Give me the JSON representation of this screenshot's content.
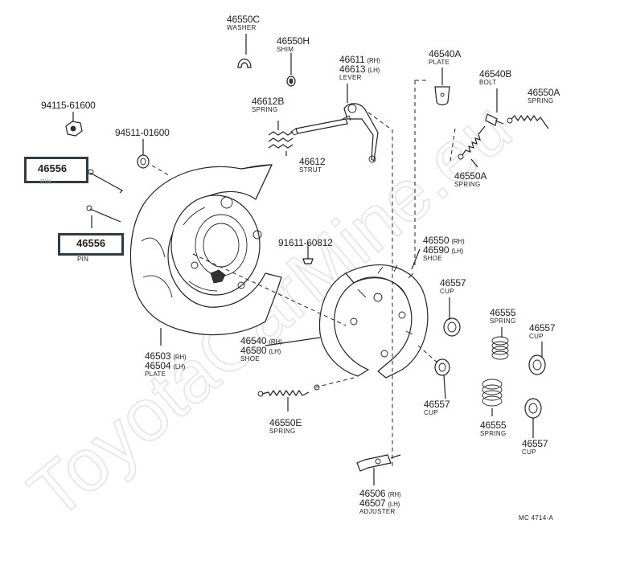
{
  "watermark": "ToyotaCarMine.eu",
  "figure_code": "MC 4714-A",
  "parts": {
    "p46550C": {
      "number": "46550C",
      "name": "WASHER"
    },
    "p46550H": {
      "number": "46550H",
      "name": "SHIM"
    },
    "p46611": {
      "number": "46611",
      "side": "(RH)"
    },
    "p46613": {
      "number": "46613",
      "side": "(LH)",
      "name": "LEVER"
    },
    "p46540A": {
      "number": "46540A",
      "name": "PLATE"
    },
    "p46540B": {
      "number": "46540B",
      "name": "BOLT"
    },
    "p46550A_top": {
      "number": "46550A",
      "name": "SPRING"
    },
    "p94115": {
      "number": "94115-61600"
    },
    "p94511": {
      "number": "94511-01600"
    },
    "p46612B": {
      "number": "46612B",
      "name": "SPRING"
    },
    "p46612": {
      "number": "46612",
      "name": "STRUT"
    },
    "p46550A_mid": {
      "number": "46550A",
      "name": "SPRING"
    },
    "p46556_top": {
      "number": "46556",
      "name": "PIN"
    },
    "p46556_bot": {
      "number": "46556",
      "name": "PIN"
    },
    "p91611": {
      "number": "91611-60812"
    },
    "p46550": {
      "number": "46550",
      "side": "(RH)"
    },
    "p46590": {
      "number": "46590",
      "side": "(LH)",
      "name": "SHOE"
    },
    "p46557_a": {
      "number": "46557",
      "name": "CUP"
    },
    "p46555_a": {
      "number": "46555",
      "name": "SPRING"
    },
    "p46557_b": {
      "number": "46557",
      "name": "CUP"
    },
    "p46540": {
      "number": "46540",
      "side": "(RH)"
    },
    "p46580": {
      "number": "46580",
      "side": "(LH)",
      "name": "SHOE"
    },
    "p46503": {
      "number": "46503",
      "side": "(RH)"
    },
    "p46504": {
      "number": "46504",
      "side": "(LH)",
      "name": "PLATE"
    },
    "p46557_c": {
      "number": "46557",
      "name": "CUP"
    },
    "p46555_b": {
      "number": "46555",
      "name": "SPRING"
    },
    "p46557_d": {
      "number": "46557",
      "name": "CUP"
    },
    "p46550E": {
      "number": "46550E",
      "name": "SPRING"
    },
    "p46506": {
      "number": "46506",
      "side": "(RH)"
    },
    "p46507": {
      "number": "46507",
      "side": "(LH)",
      "name": "ADJUSTER"
    }
  }
}
